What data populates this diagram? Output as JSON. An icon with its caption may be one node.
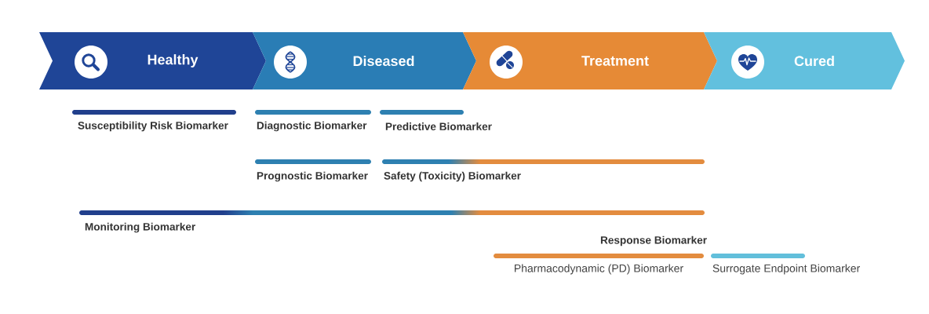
{
  "diagram": {
    "nodes": [
      {
        "text": [
          "Healthy"
        ]
      },
      {
        "text": [
          "Diseased"
        ]
      },
      {
        "text": [
          "Treatment"
        ]
      },
      {
        "text": [
          "Cured"
        ]
      }
    ],
    "labels": [
      "Susceptibility Risk Biomarker",
      "Diagnostic Biomarker",
      "Predictive Biomarker",
      "Prognostic Biomarker",
      "Safety (Toxicity) Biomarker",
      "Monitoring Biomarker",
      "Response Biomarker",
      "Pharmacodynamic (PD) Biomarker",
      "Surrogate Endpoint Biomarker"
    ]
  }
}
